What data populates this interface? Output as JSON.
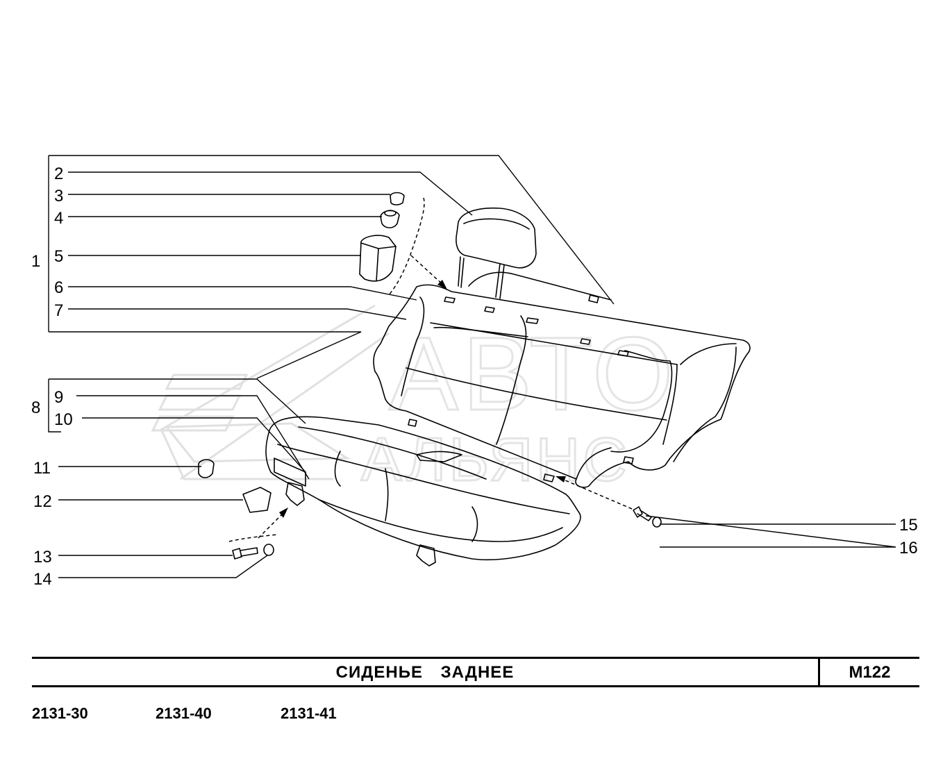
{
  "callouts": [
    "1",
    "2",
    "3",
    "4",
    "5",
    "6",
    "7",
    "8",
    "9",
    "10",
    "11",
    "12",
    "13",
    "14",
    "15",
    "16"
  ],
  "watermark": {
    "line1": "АВТО",
    "line2": "АЛЬЯНС"
  },
  "title": "СИДЕНЬЕ   ЗАДНЕЕ",
  "code": "М122",
  "models": [
    "2131-30",
    "2131-40",
    "2131-41"
  ]
}
